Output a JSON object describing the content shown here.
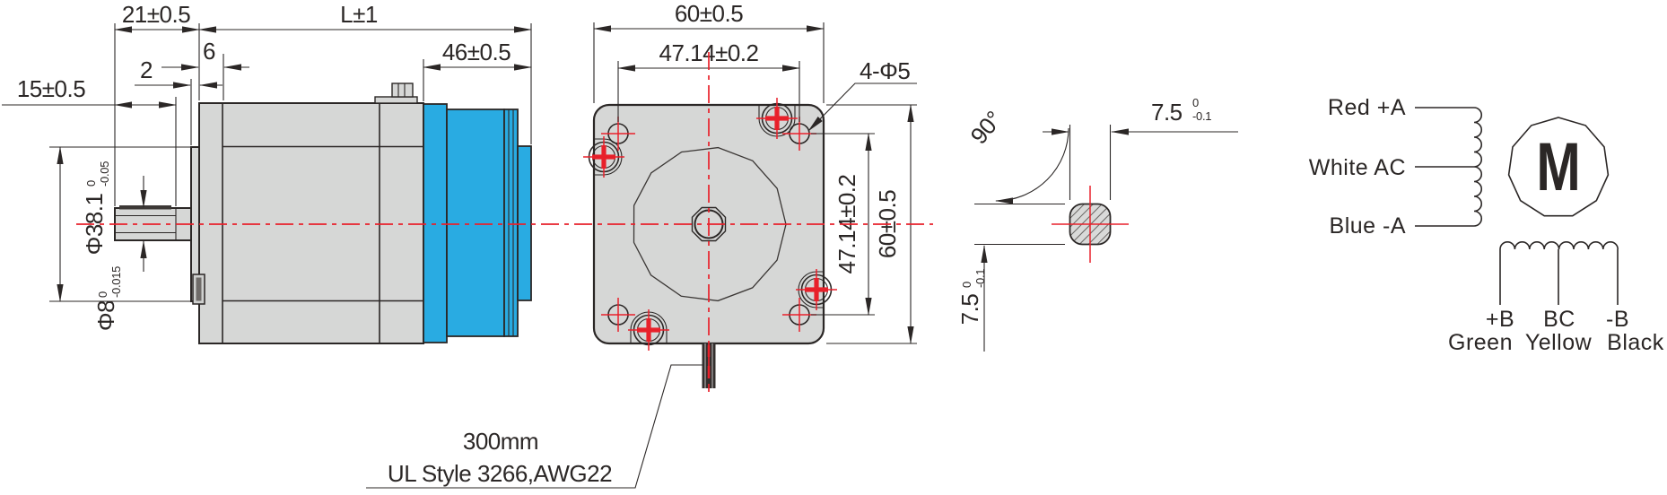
{
  "drawing_title": "stepper-motor-dimension-drawing",
  "side_view": {
    "dim_shaft_flat": "15±0.5",
    "dim_shaft_len": "21±0.5",
    "dim_body_len": "L±1",
    "dim_rear_len": "46±0.5",
    "dim_step": "6",
    "dim_boss": "2",
    "phi_boss": {
      "main": "Φ38.1",
      "upper": "0",
      "lower": "-0.05"
    },
    "phi_shaft": {
      "main": "Φ8",
      "upper": "0",
      "lower": "-0.015"
    }
  },
  "front_view": {
    "dim_width_top": "60±0.5",
    "dim_hole_pitch_top": "47.14±0.2",
    "dim_hole_pitch_right": "47.14±0.2",
    "dim_height_right": "60±0.5",
    "holes_label": "4-Φ5"
  },
  "shaft_detail": {
    "angle": "90°",
    "flat_width": {
      "main": "7.5",
      "upper": "0",
      "lower": "-0.1"
    },
    "flat_height": {
      "main": "7.5",
      "upper": "0",
      "lower": "-0.1"
    }
  },
  "cable_note": {
    "length": "300mm",
    "spec": "UL Style 3266,AWG22"
  },
  "wiring_diagram": {
    "lead_a1": "Red +A",
    "lead_a2": "White AC",
    "lead_a3": "Blue -A",
    "motor_symbol": "M",
    "term_b1": "+B",
    "term_b2": "BC",
    "term_b3": "-B",
    "color_b1": "Green",
    "color_b2": "Yellow",
    "color_b3": "Black"
  },
  "colors": {
    "line": "#2b2726",
    "centerline_red": "#e8212b",
    "body_gray": "#d6d7d6",
    "rear_blue": "#29abe2"
  }
}
